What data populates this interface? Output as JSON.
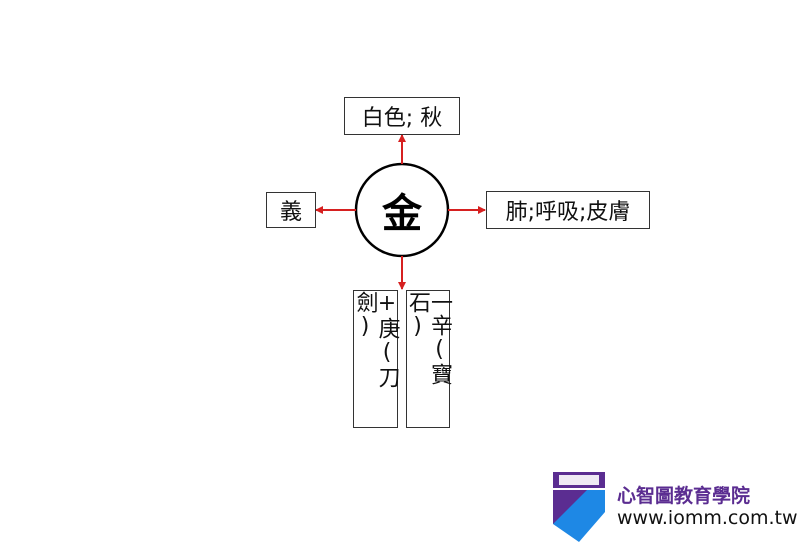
{
  "diagram": {
    "center": "金",
    "top": "白色; 秋",
    "left": "義",
    "right": "肺;呼吸;皮膚",
    "bottom_left": "+庚(刀劍)",
    "bottom_right": "一辛(寶石)"
  },
  "colors": {
    "arrow": "#d62020",
    "circle": "#000000",
    "brand_purple": "#5b2d91",
    "brand_blue": "#1e88e5"
  },
  "logo": {
    "name": "心智圖教育學院",
    "url": "www.iomm.com.tw"
  }
}
